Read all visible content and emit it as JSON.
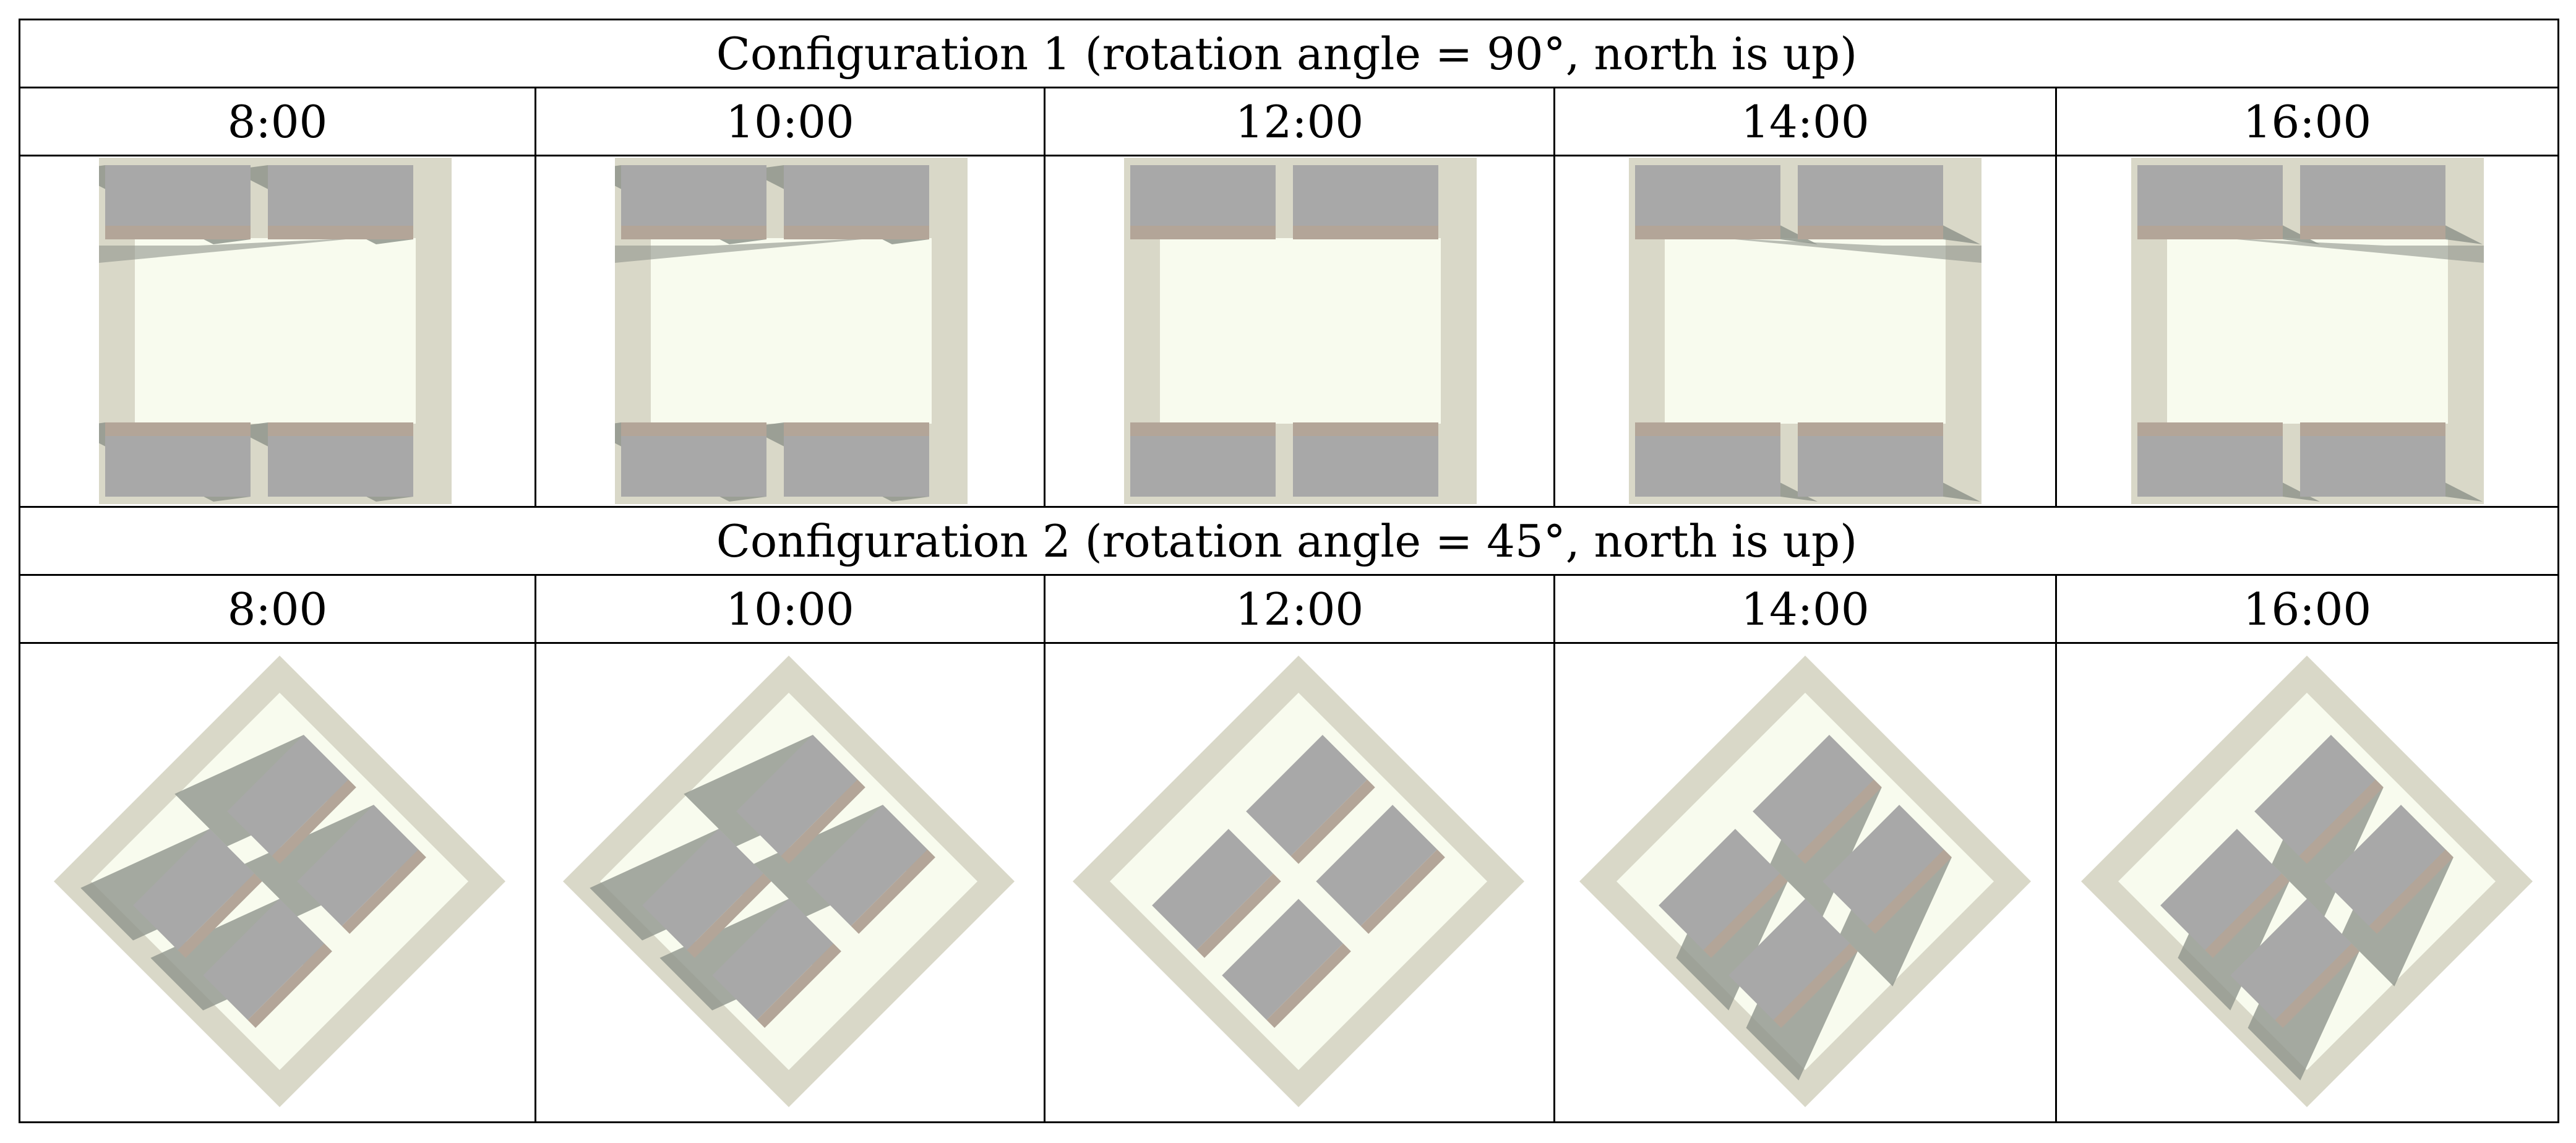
{
  "config1": {
    "title": "Configuration 1 (rotation angle = 90°, north is up)",
    "rotation_deg": 90,
    "times": [
      "8:00",
      "10:00",
      "12:00",
      "14:00",
      "16:00"
    ],
    "shadow_direction": [
      "west",
      "west",
      "none",
      "east",
      "east"
    ]
  },
  "config2": {
    "title": "Configuration 2 (rotation angle = 45°, north is up)",
    "rotation_deg": 45,
    "times": [
      "8:00",
      "10:00",
      "12:00",
      "14:00",
      "16:00"
    ],
    "shadow_direction": [
      "west",
      "west",
      "none",
      "east",
      "east"
    ]
  },
  "colors": {
    "border": "#d9d8c8",
    "courtyard": "#f8fbee",
    "shadow": "#8f958c",
    "roof": "#a8a8a8",
    "facade": "#b3a598"
  }
}
